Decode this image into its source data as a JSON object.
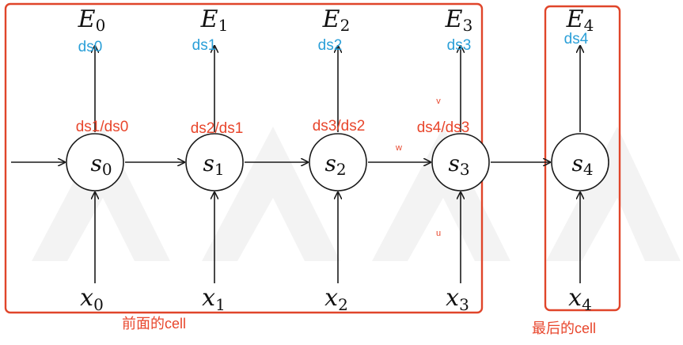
{
  "nodes": [
    {
      "state": "s",
      "state_sub": "0",
      "input": "x",
      "input_sub": "0",
      "output": "E",
      "output_sub": "0",
      "ds": "ds0",
      "ratio": "ds1/ds0"
    },
    {
      "state": "s",
      "state_sub": "1",
      "input": "x",
      "input_sub": "1",
      "output": "E",
      "output_sub": "1",
      "ds": "ds1",
      "ratio": "ds2/ds1"
    },
    {
      "state": "s",
      "state_sub": "2",
      "input": "x",
      "input_sub": "2",
      "output": "E",
      "output_sub": "2",
      "ds": "ds2",
      "ratio": "ds3/ds2"
    },
    {
      "state": "s",
      "state_sub": "3",
      "input": "x",
      "input_sub": "3",
      "output": "E",
      "output_sub": "3",
      "ds": "ds3",
      "ratio": "ds4/ds3"
    },
    {
      "state": "s",
      "state_sub": "4",
      "input": "x",
      "input_sub": "4",
      "output": "E",
      "output_sub": "4",
      "ds": "ds4",
      "ratio": ""
    }
  ],
  "weights": {
    "v": "v",
    "w": "w",
    "u": "u"
  },
  "groups": {
    "front_caption": "前面的cell",
    "last_caption": "最后的cell"
  },
  "colors": {
    "box": "#e0452a",
    "red_text": "#e8462c",
    "blue_text": "#2a9fd8"
  }
}
